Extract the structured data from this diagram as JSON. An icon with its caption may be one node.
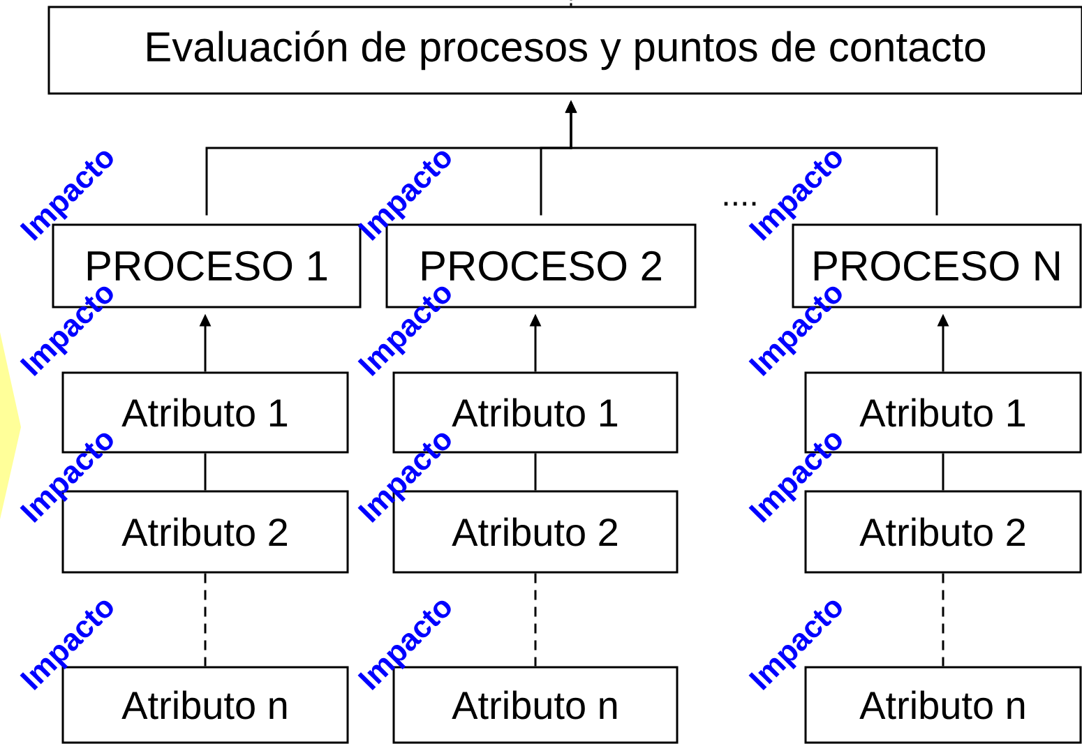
{
  "diagram": {
    "nodes": [
      {
        "text": [
          "Evaluación de procesos y puntos de contacto"
        ]
      },
      {
        "text": [
          "PROCESO 1"
        ]
      },
      {
        "text": [
          "PROCESO 2"
        ]
      },
      {
        "text": [
          "PROCESO N"
        ]
      },
      {
        "text": [
          "Atributo 1"
        ]
      },
      {
        "text": [
          "Atributo 2"
        ]
      },
      {
        "text": [
          "Atributo n"
        ]
      },
      {
        "text": [
          "Atributo 1"
        ]
      },
      {
        "text": [
          "Atributo 2"
        ]
      },
      {
        "text": [
          "Atributo n"
        ]
      },
      {
        "text": [
          "Atributo 1"
        ]
      },
      {
        "text": [
          "Atributo 2"
        ]
      },
      {
        "text": [
          "Atributo n"
        ]
      },
      {
        "text": [],
        "shape": "chevron"
      }
    ],
    "edges": [
      {
        "from": 1,
        "to": 0,
        "arrow": "to"
      },
      {
        "from": 2,
        "to": 0,
        "arrow": "to"
      },
      {
        "from": 3,
        "to": 0,
        "arrow": "to"
      },
      {
        "from": 0,
        "to": null,
        "arrow": "none",
        "style": "dashed"
      },
      {
        "from": 4,
        "to": 1,
        "arrow": "to"
      },
      {
        "from": 4,
        "to": 5,
        "arrow": "none"
      },
      {
        "from": 5,
        "to": 6,
        "arrow": "none",
        "style": "dashed"
      },
      {
        "from": 7,
        "to": 2,
        "arrow": "to"
      },
      {
        "from": 7,
        "to": 8,
        "arrow": "none"
      },
      {
        "from": 8,
        "to": 9,
        "arrow": "none",
        "style": "dashed"
      },
      {
        "from": 10,
        "to": 3,
        "arrow": "to"
      },
      {
        "from": 10,
        "to": 11,
        "arrow": "none"
      },
      {
        "from": 11,
        "to": 12,
        "arrow": "none",
        "style": "dashed"
      }
    ],
    "labels": [
      "Impacto",
      "Impacto",
      "....",
      "Impacto",
      "Impacto",
      "Impacto",
      "Impacto",
      "Impacto",
      "Impacto",
      "Impacto",
      "Impacto",
      "Impacto",
      "Impacto"
    ]
  }
}
